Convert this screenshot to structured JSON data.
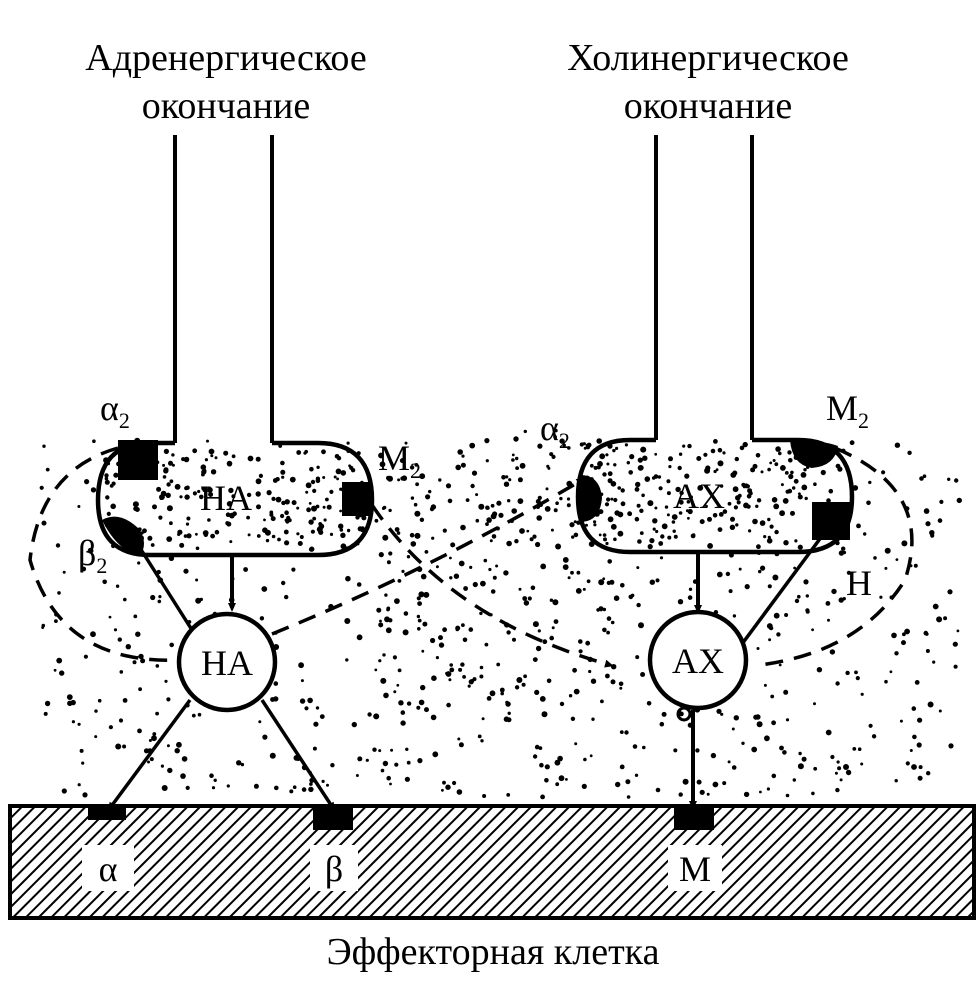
{
  "adrenergic": {
    "title_line1": "Адренергическое",
    "title_line2": "окончание",
    "vesicle_label": "НА",
    "released_label": "НА",
    "receptor_alpha2": "α",
    "receptor_alpha2_sub": "2",
    "receptor_beta2": "β",
    "receptor_beta2_sub": "2",
    "receptor_m2": "М",
    "receptor_m2_sub": "2"
  },
  "cholinergic": {
    "title_line1": "Холинергическое",
    "title_line2": "окончание",
    "vesicle_label": "АХ",
    "released_label": "АХ",
    "receptor_alpha2": "α",
    "receptor_alpha2_sub": "2",
    "receptor_m2": "М",
    "receptor_m2_sub": "2",
    "receptor_h": "Н"
  },
  "effector": {
    "label": "Эффекторная клетка",
    "receptor_alpha": "α",
    "receptor_beta": "β",
    "receptor_m": "М"
  },
  "colors": {
    "ink": "#000000",
    "background": "#ffffff"
  }
}
